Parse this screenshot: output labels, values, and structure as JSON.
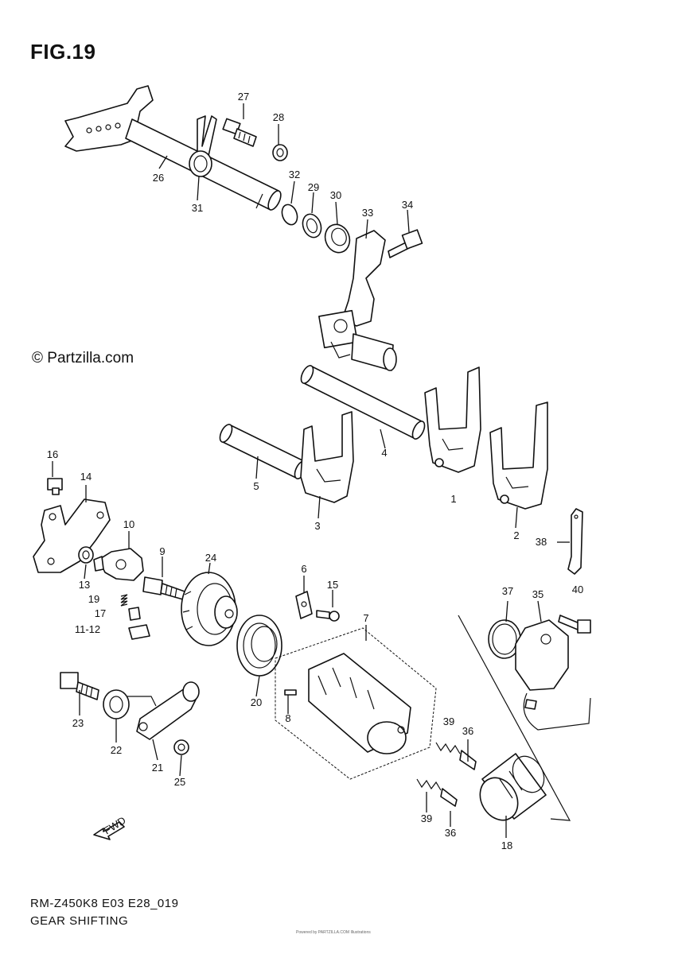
{
  "figure": {
    "title": "FIG.19",
    "copyright": "© Partzilla.com",
    "model_code": "RM-Z450K8 E03 E28_019",
    "section_name": "GEAR SHIFTING",
    "fine_print": "Powered by PARTZILLA.COM Illustrations"
  },
  "callouts": [
    {
      "id": "c1",
      "label": "1"
    },
    {
      "id": "c2",
      "label": "2"
    },
    {
      "id": "c3",
      "label": "3"
    },
    {
      "id": "c4",
      "label": "4"
    },
    {
      "id": "c5",
      "label": "5"
    },
    {
      "id": "c6",
      "label": "6"
    },
    {
      "id": "c7",
      "label": "7"
    },
    {
      "id": "c8",
      "label": "8"
    },
    {
      "id": "c9",
      "label": "9"
    },
    {
      "id": "c10",
      "label": "10"
    },
    {
      "id": "c11",
      "label": "11-12"
    },
    {
      "id": "c13",
      "label": "13"
    },
    {
      "id": "c14",
      "label": "14"
    },
    {
      "id": "c15",
      "label": "15"
    },
    {
      "id": "c16",
      "label": "16"
    },
    {
      "id": "c17",
      "label": "17"
    },
    {
      "id": "c18",
      "label": "18"
    },
    {
      "id": "c19",
      "label": "19"
    },
    {
      "id": "c20",
      "label": "20"
    },
    {
      "id": "c21",
      "label": "21"
    },
    {
      "id": "c22",
      "label": "22"
    },
    {
      "id": "c23",
      "label": "23"
    },
    {
      "id": "c24",
      "label": "24"
    },
    {
      "id": "c25",
      "label": "25"
    },
    {
      "id": "c26",
      "label": "26"
    },
    {
      "id": "c27",
      "label": "27"
    },
    {
      "id": "c28",
      "label": "28"
    },
    {
      "id": "c29",
      "label": "29"
    },
    {
      "id": "c30",
      "label": "30"
    },
    {
      "id": "c31",
      "label": "31"
    },
    {
      "id": "c32",
      "label": "32"
    },
    {
      "id": "c33",
      "label": "33"
    },
    {
      "id": "c34",
      "label": "34"
    },
    {
      "id": "c35",
      "label": "35"
    },
    {
      "id": "c36a",
      "label": "36"
    },
    {
      "id": "c36b",
      "label": "36"
    },
    {
      "id": "c37",
      "label": "37"
    },
    {
      "id": "c38",
      "label": "38"
    },
    {
      "id": "c39a",
      "label": "39"
    },
    {
      "id": "c39b",
      "label": "39"
    },
    {
      "id": "c40",
      "label": "40"
    }
  ],
  "fwd_label": "FWD"
}
